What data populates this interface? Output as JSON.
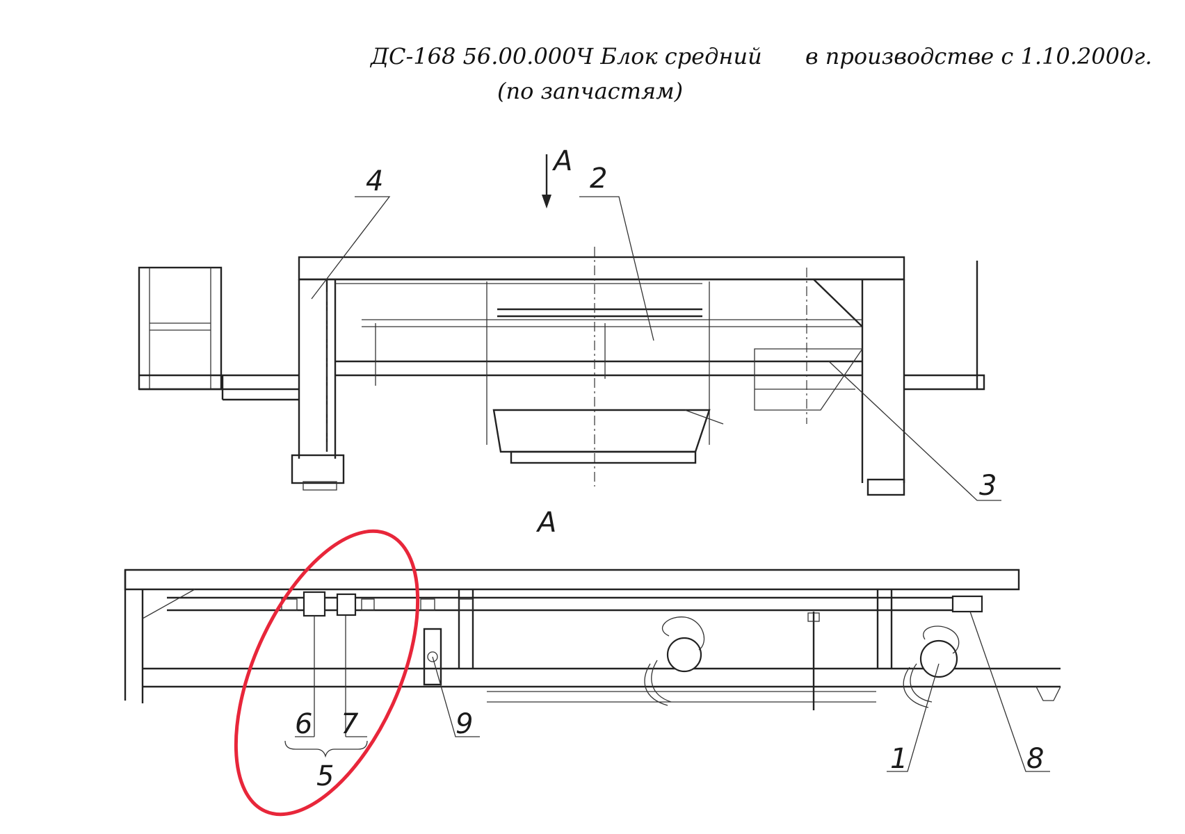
{
  "header": {
    "title": "ДС-168 56.00.000Ч Блок средний",
    "production": "в производстве с 1.10.2000г.",
    "subtitle": "(по запчастям)"
  },
  "views": {
    "main": {
      "view_arrow_label": "А",
      "callouts": [
        "4",
        "2",
        "3"
      ]
    },
    "section": {
      "title": "А",
      "callouts": [
        "6",
        "7",
        "5",
        "9",
        "1",
        "8"
      ]
    }
  },
  "highlight": {
    "color": "#e8263a",
    "shape": "ellipse"
  },
  "colors": {
    "line": "#222222",
    "background": "#ffffff"
  }
}
